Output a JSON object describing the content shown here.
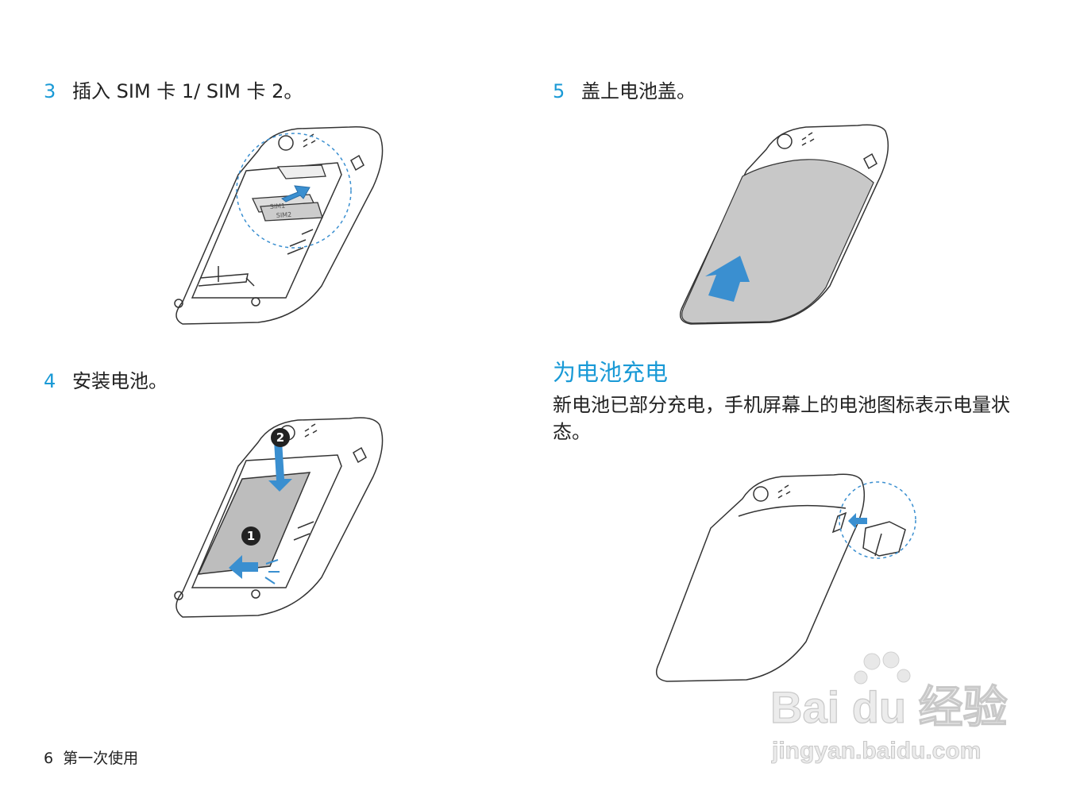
{
  "steps": {
    "s3": {
      "num": "3",
      "text": "插入 SIM 卡 1/ SIM 卡 2。"
    },
    "s4": {
      "num": "4",
      "text": "安装电池。"
    },
    "s5": {
      "num": "5",
      "text": "盖上电池盖。"
    }
  },
  "section": {
    "title": "为电池充电",
    "body": "新电池已部分充电，手机屏幕上的电池图标表示电量状态。"
  },
  "figure_labels": {
    "sim1": "SIM1",
    "sim2": "SIM2",
    "marker1": "1",
    "marker2": "2"
  },
  "footer": {
    "page": "6",
    "title": "第一次使用"
  },
  "watermark": {
    "brand": "Bai du 经验",
    "url": "jingyan.baidu.com"
  },
  "colors": {
    "accent": "#1a9ad6",
    "arrow": "#3a8fd0",
    "cover": "#c8c8c8"
  }
}
